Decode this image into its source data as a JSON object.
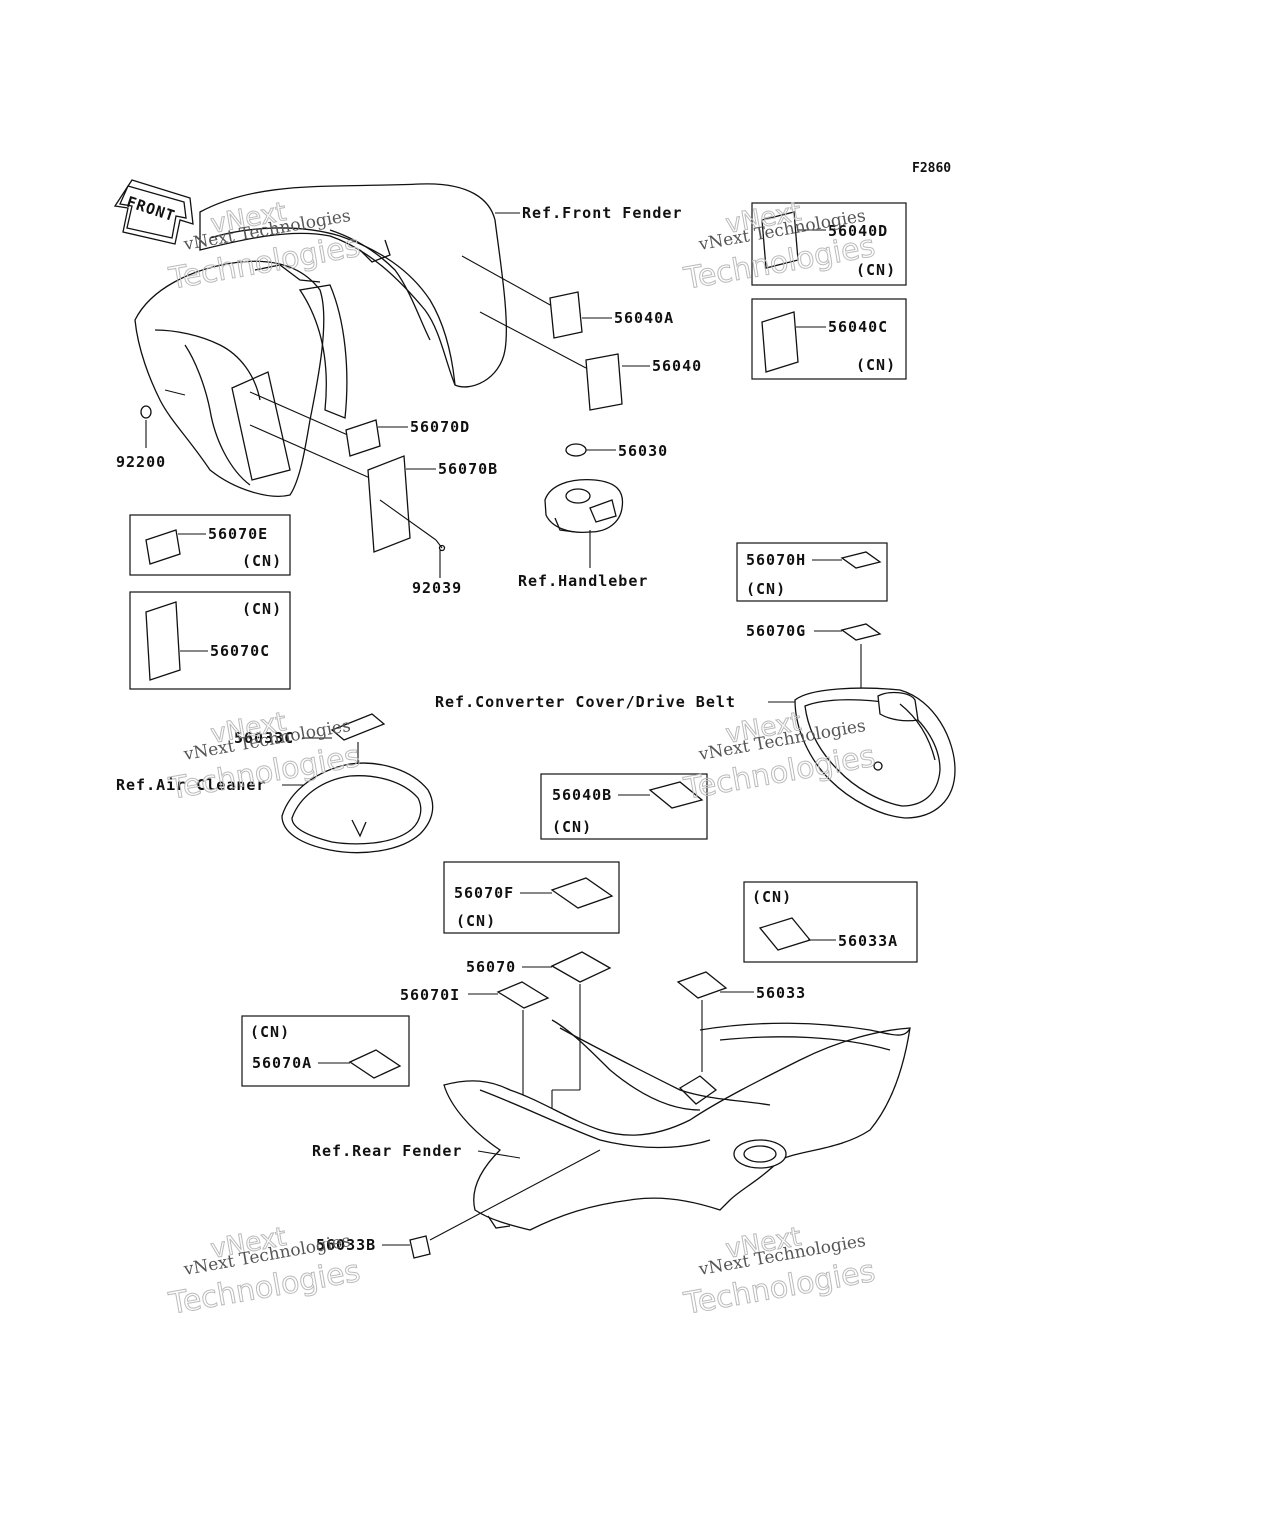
{
  "figure_code": "F2860",
  "front_arrow": "FRONT",
  "refs": {
    "front_fender": "Ref.Front Fender",
    "handlebar": "Ref.Handleber",
    "converter_cover": "Ref.Converter Cover/Drive Belt",
    "air_cleaner": "Ref.Air Cleaner",
    "rear_fender": "Ref.Rear Fender"
  },
  "cn_tag": "(CN)",
  "parts": {
    "p56040D": "56040D",
    "p56040C": "56040C",
    "p56040A": "56040A",
    "p56040": "56040",
    "p56070D": "56070D",
    "p56070B": "56070B",
    "p92200": "92200",
    "p92039": "92039",
    "p56030": "56030",
    "p56070E": "56070E",
    "p56070C": "56070C",
    "p56070H": "56070H",
    "p56070G": "56070G",
    "p56033C": "56033C",
    "p56040B": "56040B",
    "p56070F": "56070F",
    "p56033A": "56033A",
    "p56070": "56070",
    "p56070I": "56070I",
    "p56033": "56033",
    "p56070A": "56070A",
    "p56033B": "56033B"
  },
  "watermark": {
    "line1": "vNext",
    "line2": "vNext Technologies",
    "line3": "Technologies"
  }
}
